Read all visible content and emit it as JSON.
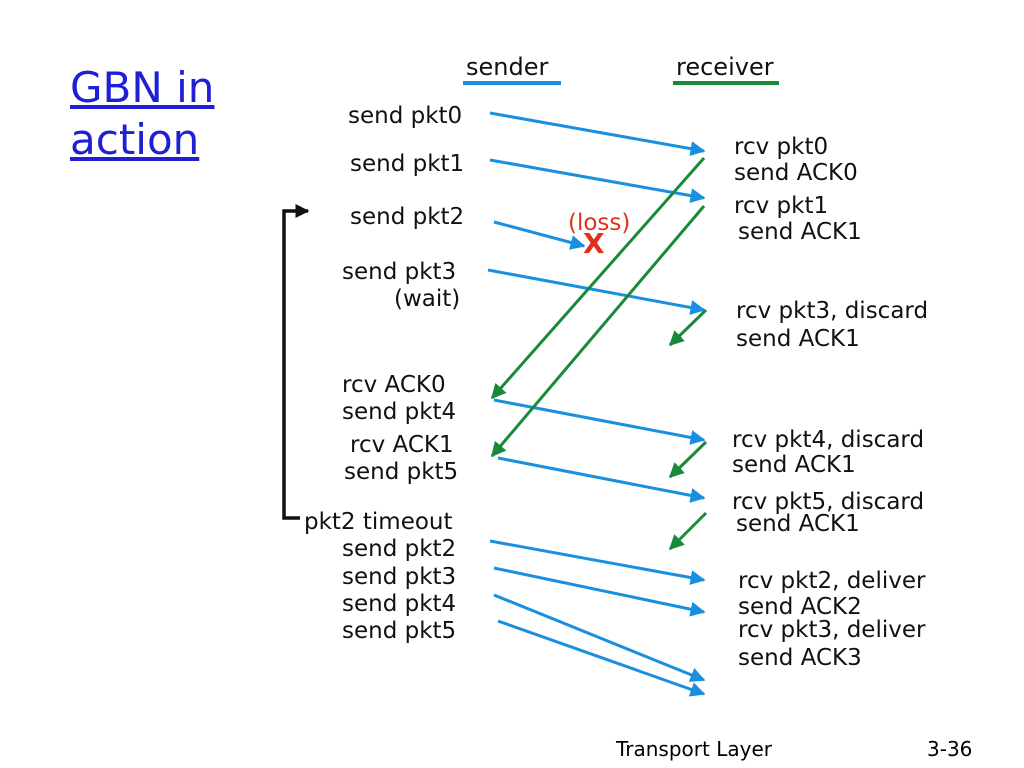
{
  "slide": {
    "title_line1": "GBN in",
    "title_line2": "action"
  },
  "columns": {
    "sender": "sender",
    "receiver": "receiver"
  },
  "sender_labels": [
    "send pkt0",
    "send pkt1",
    "send pkt2",
    "send pkt3",
    "(wait)",
    "rcv ACK0",
    "send pkt4",
    "rcv ACK1",
    "send pkt5",
    "pkt2 timeout",
    "send pkt2",
    "send pkt3",
    "send pkt4",
    "send pkt5"
  ],
  "receiver_labels": [
    "rcv pkt0",
    "send ACK0",
    "rcv pkt1",
    "send ACK1",
    "rcv pkt3, discard",
    "send ACK1",
    "rcv pkt4, discard",
    "send ACK1",
    "rcv pkt5, discard",
    "send ACK1",
    "rcv pkt2, deliver",
    "send ACK2",
    "rcv pkt3, deliver",
    "send ACK3"
  ],
  "loss": {
    "label": "(loss)",
    "mark": "X"
  },
  "colors": {
    "sender": "#1a8fe0",
    "receiver": "#1a8a3a",
    "loss": "#e0301e",
    "title": "#1f1fd6"
  },
  "footer": {
    "left": "Transport Layer",
    "right": "3-36"
  }
}
